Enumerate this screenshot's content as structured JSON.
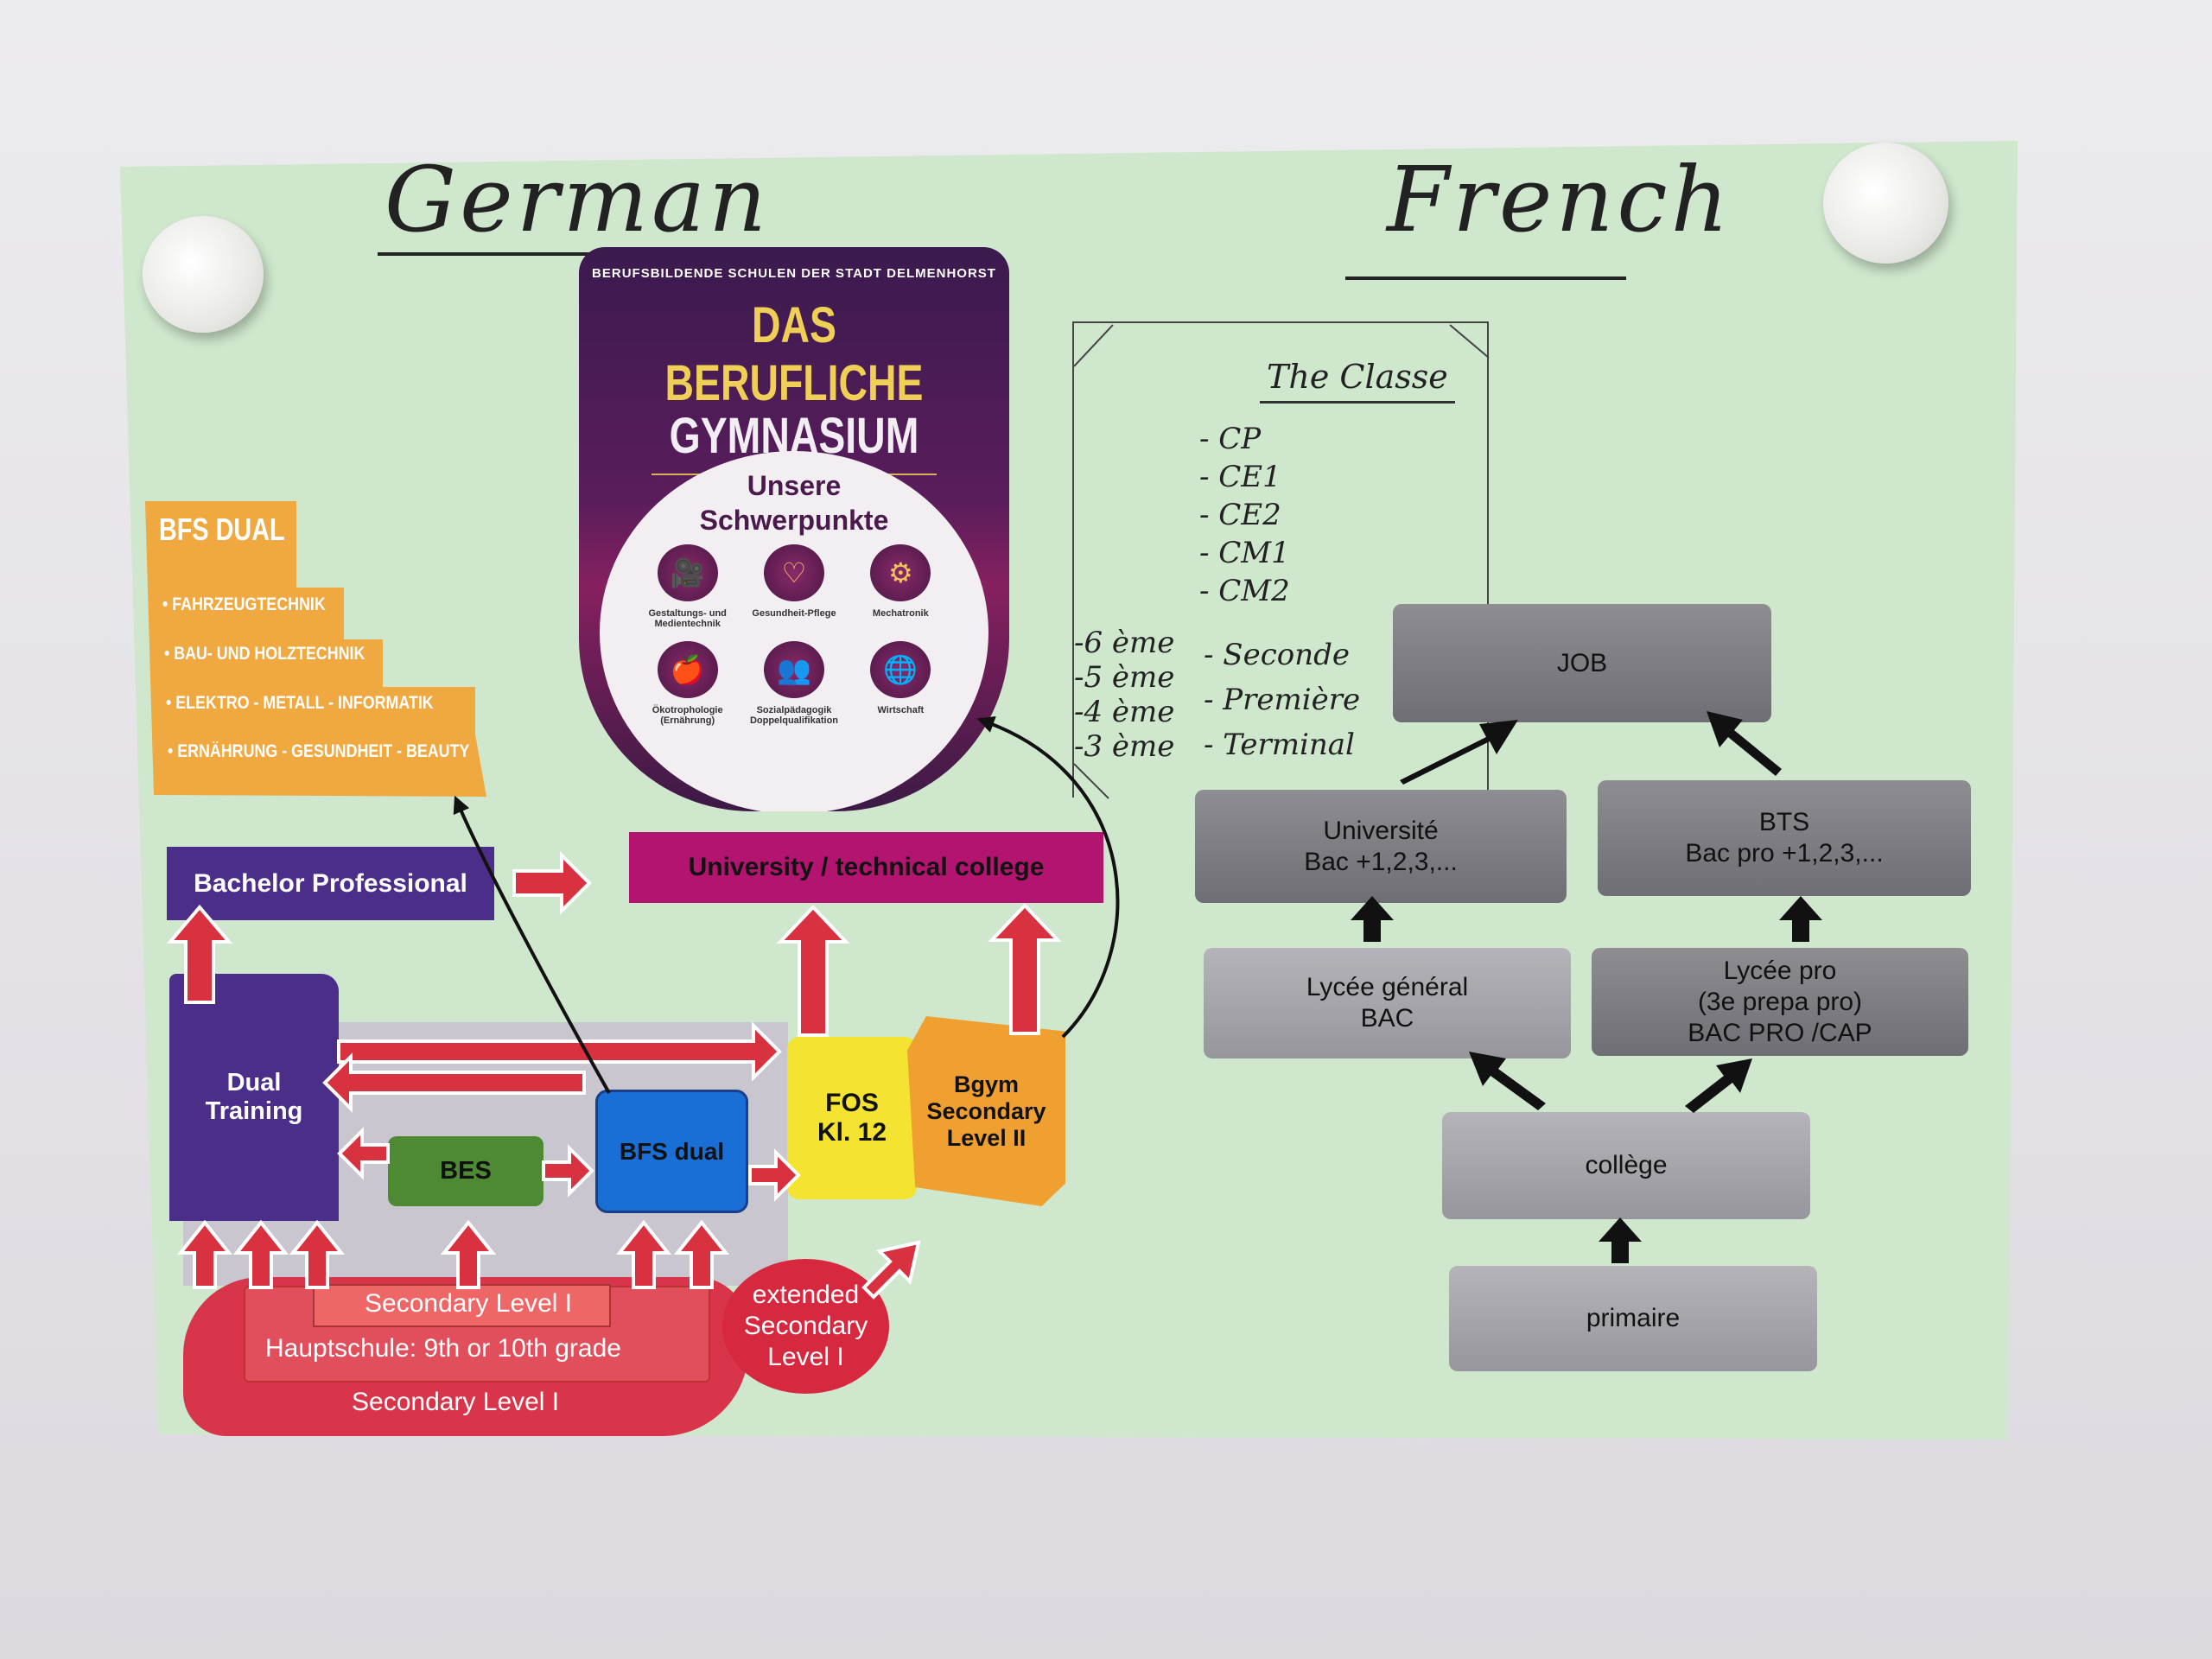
{
  "headings": {
    "german": "German",
    "french": "French"
  },
  "poster": {
    "org": "BERUFSBILDENDE SCHULEN DER STADT DELMENHORST",
    "title_line1": "DAS BERUFLICHE",
    "title_line2": "GYMNASIUM",
    "subtitle_line1": "Unsere",
    "subtitle_line2": "Schwerpunkte",
    "focus_areas": [
      {
        "icon": "camera-icon",
        "glyph": "🎥",
        "label": "Gestaltungs- und Medientechnik"
      },
      {
        "icon": "heart-pulse-icon",
        "glyph": "♡",
        "label": "Gesundheit-Pflege"
      },
      {
        "icon": "robot-arm-icon",
        "glyph": "⚙",
        "label": "Mechatronik"
      },
      {
        "icon": "food-icon",
        "glyph": "🍎",
        "label": "Ökotrophologie (Ernährung)"
      },
      {
        "icon": "people-icon",
        "glyph": "👥",
        "label": "Sozialpädagogik Doppelqualifikation"
      },
      {
        "icon": "globe-business-icon",
        "glyph": "🌐",
        "label": "Wirtschaft"
      }
    ]
  },
  "bfs_dual": {
    "title": "BFS DUAL",
    "items": [
      "• FAHRZEUGTECHNIK",
      "• BAU- UND HOLZTECHNIK",
      "• ELEKTRO - METALL - INFORMATIK",
      "• ERNÄHRUNG - GESUNDHEIT - BEAUTY"
    ]
  },
  "german": {
    "bachelor": "Bachelor Professional",
    "university": "University / technical college",
    "dual_training": "Dual Training",
    "bes": "BES",
    "bfs_dual": "BFS dual",
    "fos": "FOS Kl. 12",
    "bgym": "Bgym Secondary Level II",
    "secondary_1_top": "Secondary Level I",
    "hauptschule": "Hauptschule: 9th or 10th grade",
    "secondary_1_bottom": "Secondary Level I",
    "extended": "extended Secondary Level I"
  },
  "classe": {
    "title": "The Classe",
    "primary": [
      "- CP",
      "- CE1",
      "- CE2",
      "- CM1",
      "- CM2"
    ],
    "college": [
      "-6 ème",
      "-5 ème",
      "-4 ème",
      "-3 ème"
    ],
    "lycee": [
      "- Seconde",
      "- Première",
      "- Terminal"
    ]
  },
  "french": {
    "job": "JOB",
    "universite": "Université\nBac +1,2,3,...",
    "bts": "BTS\nBac pro +1,2,3,...",
    "lycee_general": "Lycée général\nBAC",
    "lycee_pro": "Lycée pro\n(3e prepa pro)\nBAC PRO /CAP",
    "college": "collège",
    "primaire": "primaire"
  }
}
